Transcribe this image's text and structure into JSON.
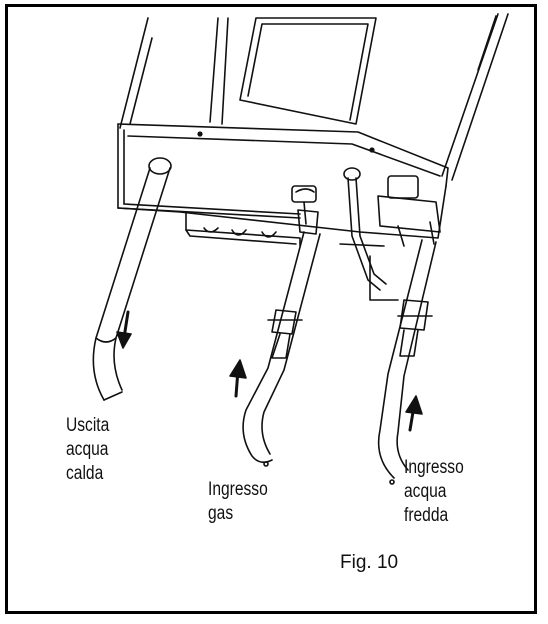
{
  "labels": {
    "hot_water_out": [
      "Uscita",
      "acqua",
      "calda"
    ],
    "gas_in": [
      "Ingresso",
      "gas"
    ],
    "cold_water_in": [
      "Ingresso",
      "acqua",
      "fredda"
    ]
  },
  "figure_caption": "Fig. 10"
}
